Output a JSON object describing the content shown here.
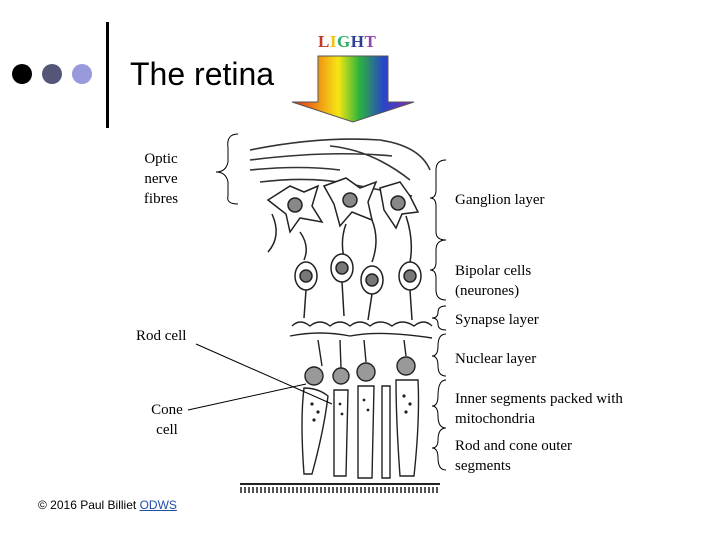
{
  "slide": {
    "title": "The retina",
    "light_letters": [
      {
        "ch": "L",
        "color": "#c0392b"
      },
      {
        "ch": "I",
        "color": "#f1c40f"
      },
      {
        "ch": "G",
        "color": "#27ae60"
      },
      {
        "ch": "H",
        "color": "#2c3e91"
      },
      {
        "ch": "T",
        "color": "#8e44ad"
      }
    ],
    "bullet_colors": [
      "#000000",
      "#555577",
      "#9999dd"
    ]
  },
  "labels": {
    "optic": "Optic\nnerve\nfibres",
    "rod_cell": "Rod cell",
    "cone_cell": "Cone\ncell",
    "ganglion": "Ganglion layer",
    "bipolar": "Bipolar cells\n(neurones)",
    "synapse": "Synapse layer",
    "nuclear": "Nuclear layer",
    "inner": "Inner segments packed with\nmitochondria",
    "outer": "Rod and cone outer\nsegments"
  },
  "footer": {
    "copyright": "© 2016 Paul Billiet",
    "link": "ODWS"
  }
}
